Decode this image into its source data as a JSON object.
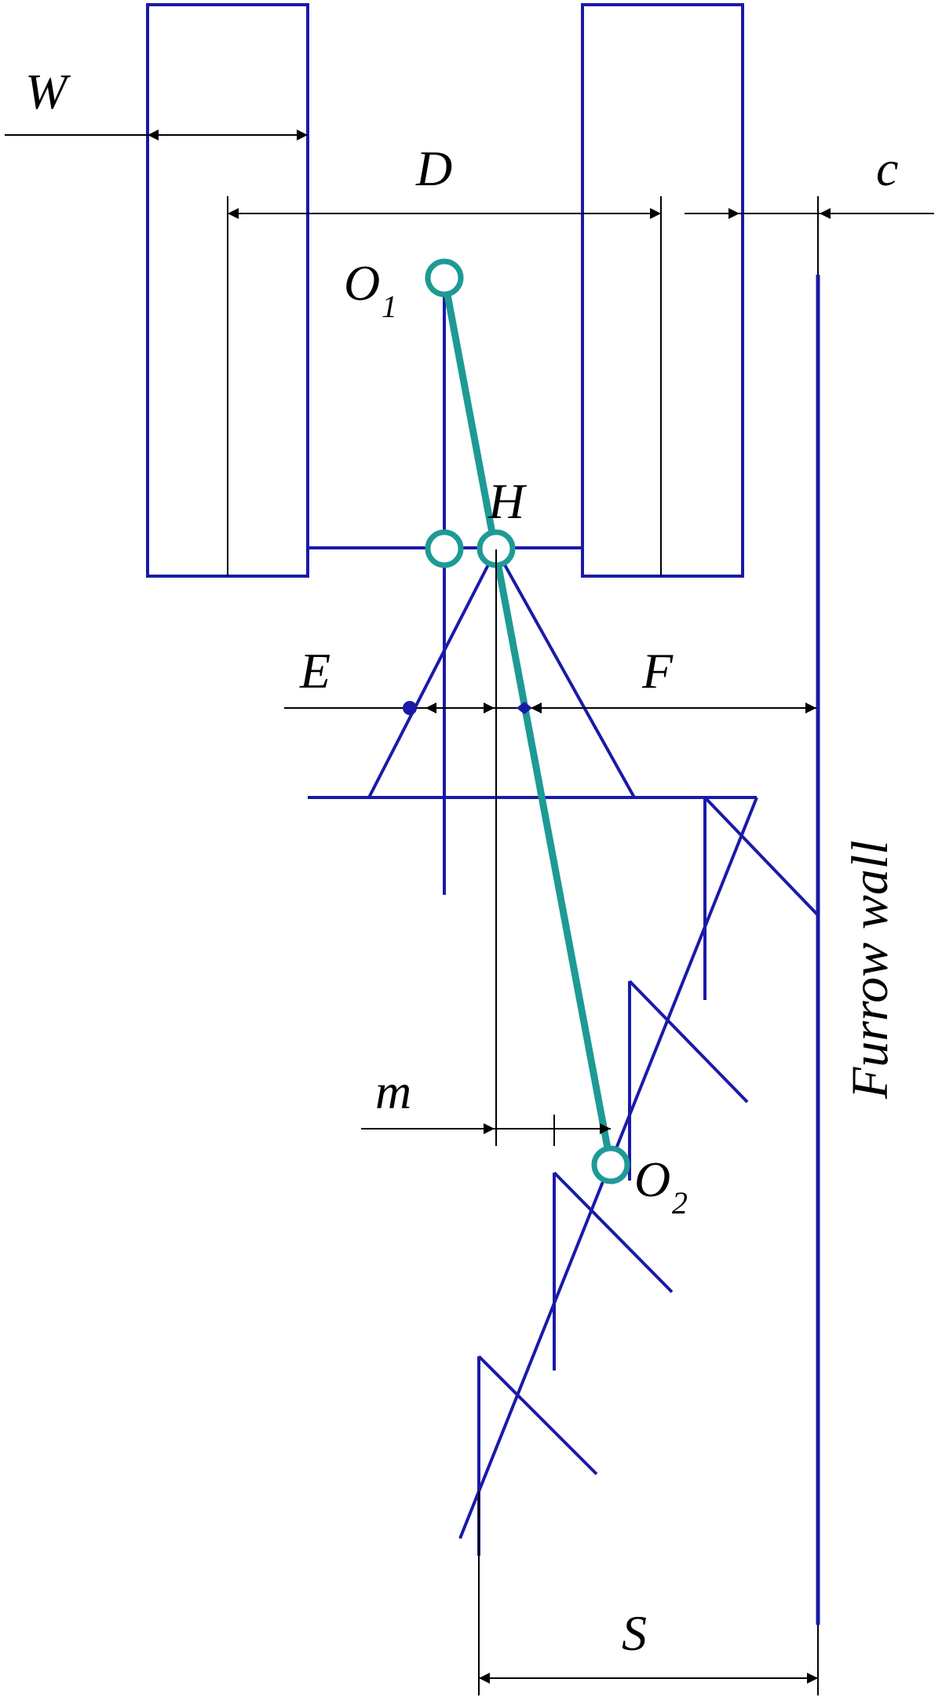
{
  "labels": {
    "W": "W",
    "D": "D",
    "c": "c",
    "O1_main": "O",
    "O1_sub": "1",
    "H": "H",
    "E": "E",
    "F": "F",
    "m": "m",
    "O2_main": "O",
    "O2_sub": "2",
    "S": "S",
    "furrow_wall": "Furrow wall"
  },
  "colors": {
    "structure": "#1a1aa8",
    "linkage": "#1e9a96",
    "dimension": "#000000",
    "background": "#ffffff"
  }
}
